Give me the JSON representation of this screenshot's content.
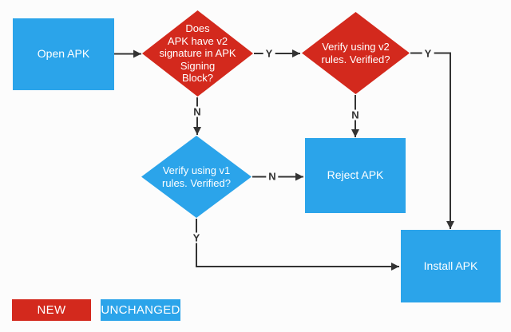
{
  "colors": {
    "new": "#d3291d",
    "unchanged": "#2ba4ea"
  },
  "nodes": {
    "open_apk": {
      "label": "Open APK"
    },
    "v2_signature_check": {
      "label": "Does\nAPK have v2\nsignature in APK\nSigning\nBlock?"
    },
    "verify_v2": {
      "label": "Verify using v2\nrules. Verified?"
    },
    "verify_v1": {
      "label": "Verify using v1\nrules. Verified?"
    },
    "reject_apk": {
      "label": "Reject APK"
    },
    "install_apk": {
      "label": "Install APK"
    }
  },
  "edges": {
    "check_to_v2_label": "Y",
    "check_to_v1_label": "N",
    "v2_to_install_label": "Y",
    "v2_to_reject_label": "N",
    "v1_to_reject_label": "N",
    "v1_to_install_label": "Y"
  },
  "legend": {
    "new": "NEW",
    "unchanged": "UNCHANGED"
  }
}
